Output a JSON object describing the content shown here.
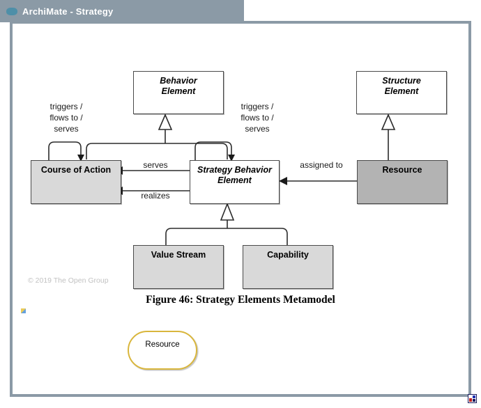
{
  "window": {
    "title": "ArchiMate - Strategy",
    "title_icon": "archimate-app-icon",
    "resize_grip_icon": "resize-grip-icon",
    "colors": {
      "titlebar": "#8b9aa6",
      "frame": "#8b9aa6",
      "canvas": "#ffffff",
      "node_light_fill": "#d9d9d9",
      "node_dark_fill": "#b3b3b3",
      "node_white_fill": "#ffffff",
      "node_stroke": "#4a4a4a",
      "resource_shape_stroke": "#d9b63c",
      "copyright_text": "#c2c2c2"
    }
  },
  "diagram": {
    "caption": "Figure 46: Strategy Elements Metamodel",
    "copyright": "© 2019 The Open Group",
    "nodes": [
      {
        "id": "behavior_element",
        "label": "Behavior\nElement",
        "style": "white-bold-italic"
      },
      {
        "id": "structure_element",
        "label": "Structure\nElement",
        "style": "white-bold-italic"
      },
      {
        "id": "course_of_action",
        "label": "Course of Action",
        "style": "light-bold"
      },
      {
        "id": "strategy_behavior_element",
        "label": "Strategy Behavior\nElement",
        "style": "white-bold-italic"
      },
      {
        "id": "resource",
        "label": "Resource",
        "style": "dark-bold"
      },
      {
        "id": "value_stream",
        "label": "Value Stream",
        "style": "light-bold"
      },
      {
        "id": "capability",
        "label": "Capability",
        "style": "light-bold"
      }
    ],
    "edge_labels": [
      {
        "id": "coa_self",
        "text": "triggers /\nflows to /\nserves"
      },
      {
        "id": "sbe_self",
        "text": "triggers /\nflows to /\nserves"
      },
      {
        "id": "serves",
        "text": "serves"
      },
      {
        "id": "realizes",
        "text": "realizes"
      },
      {
        "id": "assigned",
        "text": "assigned to"
      }
    ]
  },
  "palette_shape": {
    "label": "Resource",
    "shape": "rounded-rectangle"
  }
}
